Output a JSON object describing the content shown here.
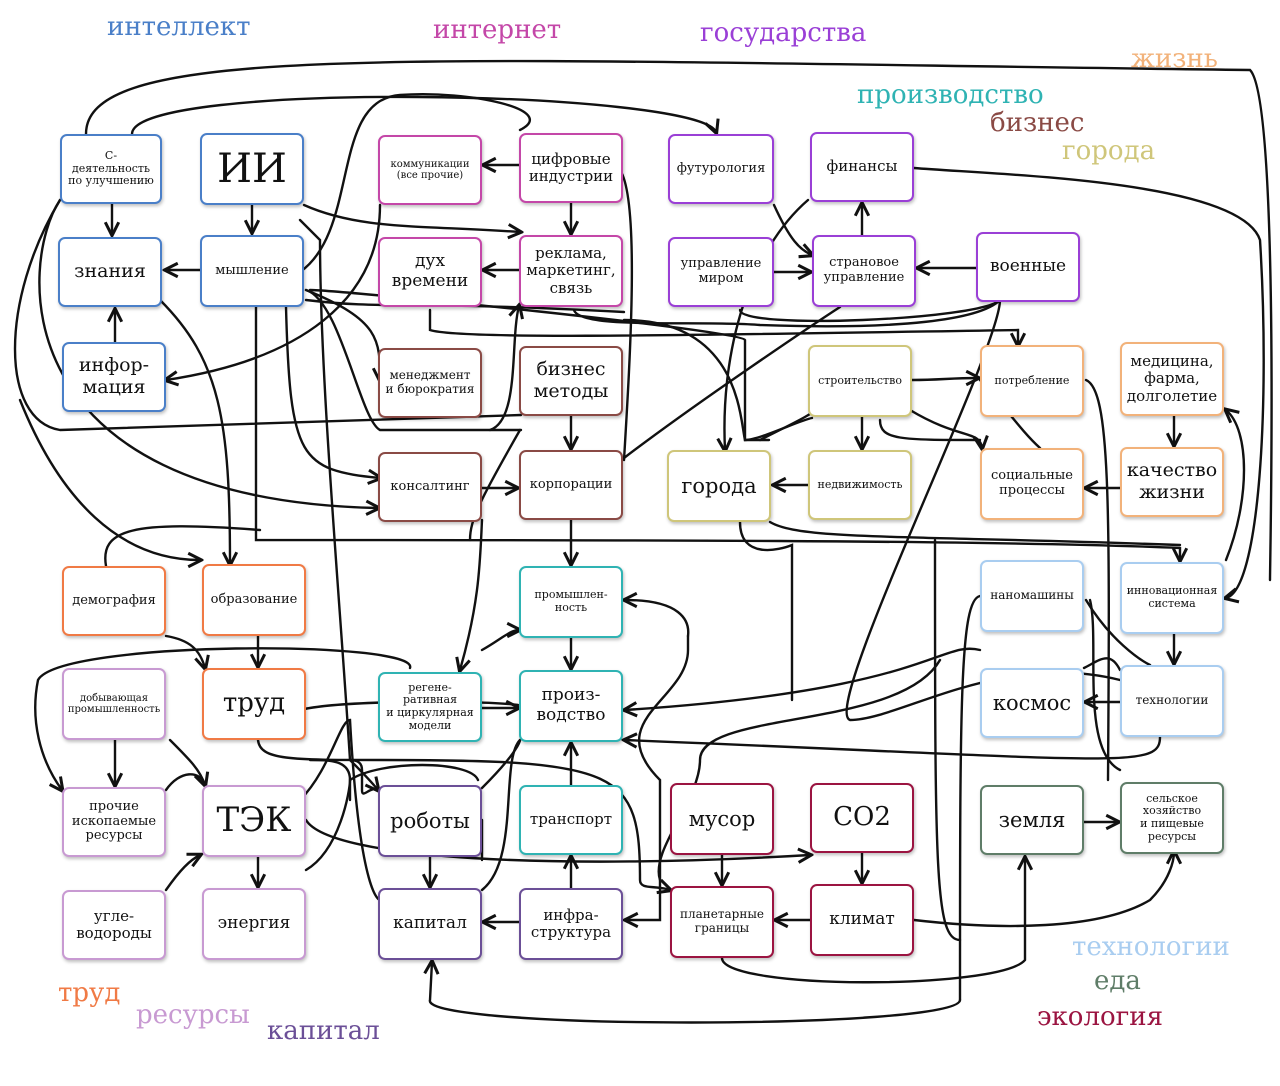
{
  "categories": [
    {
      "id": "cat-intellect",
      "label": "интеллект",
      "color": "#4a7fc8"
    },
    {
      "id": "cat-internet",
      "label": "интернет",
      "color": "#c447a8"
    },
    {
      "id": "cat-states",
      "label": "государства",
      "color": "#9a3fd6"
    },
    {
      "id": "cat-life",
      "label": "жизнь",
      "color": "#f2b27a"
    },
    {
      "id": "cat-production",
      "label": "производство",
      "color": "#2fb3b3"
    },
    {
      "id": "cat-business",
      "label": "бизнес",
      "color": "#8a4a45"
    },
    {
      "id": "cat-cities",
      "label": "города",
      "color": "#cfc67a"
    },
    {
      "id": "cat-technologies",
      "label": "технологии",
      "color": "#a9cdf0"
    },
    {
      "id": "cat-food",
      "label": "еда",
      "color": "#5f7d68"
    },
    {
      "id": "cat-ecology",
      "label": "экология",
      "color": "#9b1441"
    },
    {
      "id": "cat-labor",
      "label": "труд",
      "color": "#f07a45"
    },
    {
      "id": "cat-resources",
      "label": "ресурсы",
      "color": "#c89ad2"
    },
    {
      "id": "cat-capital",
      "label": "капитал",
      "color": "#6b4f97"
    }
  ],
  "nodes": {
    "c_activity": "С-деятельность\nпо улучшению",
    "ai": "ИИ",
    "communications": "коммуникации\n(все прочие)",
    "digital": "цифровые\nиндустрии",
    "futurology": "футурология",
    "finance": "финансы",
    "knowledge": "знания",
    "thinking": "мышление",
    "zeitgeist": "дух\nвремени",
    "advertising": "реклама,\nмаркетинг,\nсвязь",
    "world_governance": "управление\nмиром",
    "country_governance": "страновое\nуправление",
    "military": "военные",
    "information": "инфор-\nмация",
    "management": "менеджмент\nи бюрократия",
    "business_methods": "бизнес\nметоды",
    "construction": "строительство",
    "consumption": "потребление",
    "medicine": "медицина,\nфарма,\nдолголетие",
    "consulting": "консалтинг",
    "corporations": "корпорации",
    "cities": "города",
    "real_estate": "недвижимость",
    "social": "социальные\nпроцессы",
    "quality_of_life": "качество\nжизни",
    "demography": "демография",
    "education": "образование",
    "industry": "промышлен-\nность",
    "nanomachines": "наномашины",
    "innovation": "инновационная\nсистема",
    "mining": "добывающая\nпромышленность",
    "labor": "труд",
    "regenerative": "регене-\nративная\nи циркулярная\nмодели",
    "production": "произ-\nводство",
    "space": "космос",
    "technologies": "технологии",
    "other_resources": "прочие\nископаемые\nресурсы",
    "fuel_energy": "ТЭК",
    "robots": "роботы",
    "transport": "транспорт",
    "garbage": "мусор",
    "co2": "CO2",
    "land": "земля",
    "agriculture": "сельское\nхозяйство\nи пищевые\nресурсы",
    "hydrocarbons": "угле-\nводороды",
    "energy": "энергия",
    "capital": "капитал",
    "infrastructure": "инфра-\nструктура",
    "planetary_boundaries": "планетарные\nграницы",
    "climate": "климат"
  }
}
